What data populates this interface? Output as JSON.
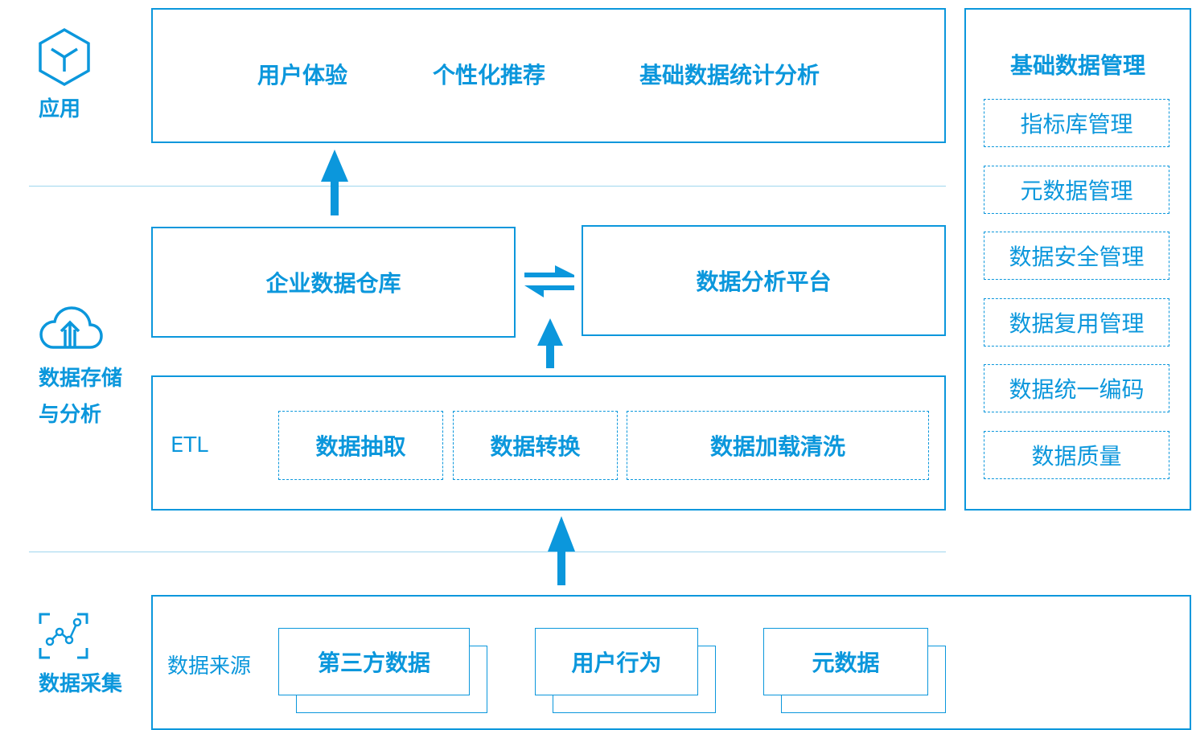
{
  "layers": {
    "app": {
      "label": "应用",
      "icon": "cube-icon"
    },
    "storage": {
      "label_line1": "数据存储",
      "label_line2": "与分析",
      "icon": "cloud-upload-icon"
    },
    "collect": {
      "label": "数据采集",
      "icon": "nodes-scan-icon"
    }
  },
  "app_box": {
    "items": [
      "用户体验",
      "个性化推荐",
      "基础数据统计分析"
    ]
  },
  "warehouse": {
    "label": "企业数据仓库"
  },
  "platform": {
    "label": "数据分析平台"
  },
  "etl": {
    "label": "ETL",
    "steps": [
      "数据抽取",
      "数据转换",
      "数据加载清洗"
    ]
  },
  "sources": {
    "label": "数据来源",
    "items": [
      "第三方数据",
      "用户行为",
      "元数据"
    ]
  },
  "management": {
    "title": "基础数据管理",
    "items": [
      "指标库管理",
      "元数据管理",
      "数据安全管理",
      "数据复用管理",
      "数据统一编码",
      "数据质量"
    ]
  },
  "colors": {
    "accent": "#0b97dc",
    "separator": "#9fd6ee"
  }
}
